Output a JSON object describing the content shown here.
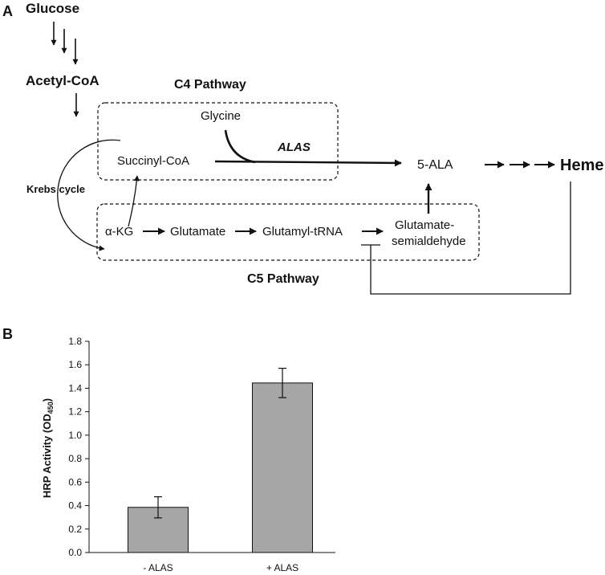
{
  "panel_a": {
    "label": "A",
    "glucose": "Glucose",
    "acetyl_coa": "Acetyl-CoA",
    "c4_pathway": "C4 Pathway",
    "glycine": "Glycine",
    "alas": "ALAS",
    "succinyl_coa": "Succinyl-CoA",
    "five_ala": "5-ALA",
    "heme": "Heme",
    "krebs_cycle": "Krebs cycle",
    "alpha_kg": "α-KG",
    "glutamate": "Glutamate",
    "glutamyl_trna": "Glutamyl-tRNA",
    "glutamate_semialdehyde_1": "Glutamate-",
    "glutamate_semialdehyde_2": "semialdehyde",
    "c5_pathway": "C5 Pathway"
  },
  "panel_b": {
    "label": "B",
    "ylabel_main": "HRP Activity  (OD",
    "ylabel_sub": "450",
    "ylabel_end": ")"
  },
  "chart_data": {
    "type": "bar",
    "categories": [
      "- ALAS",
      "+ ALAS"
    ],
    "values": [
      0.385,
      1.445
    ],
    "errors": [
      0.09,
      0.125
    ],
    "ylabel": "HRP Activity (OD450)",
    "ylim": [
      0,
      1.8
    ],
    "yticks": [
      "0.0",
      "0.2",
      "0.4",
      "0.6",
      "0.8",
      "1.0",
      "1.2",
      "1.4",
      "1.6",
      "1.8"
    ],
    "bar_color": "#a6a6a6",
    "grid": false
  }
}
